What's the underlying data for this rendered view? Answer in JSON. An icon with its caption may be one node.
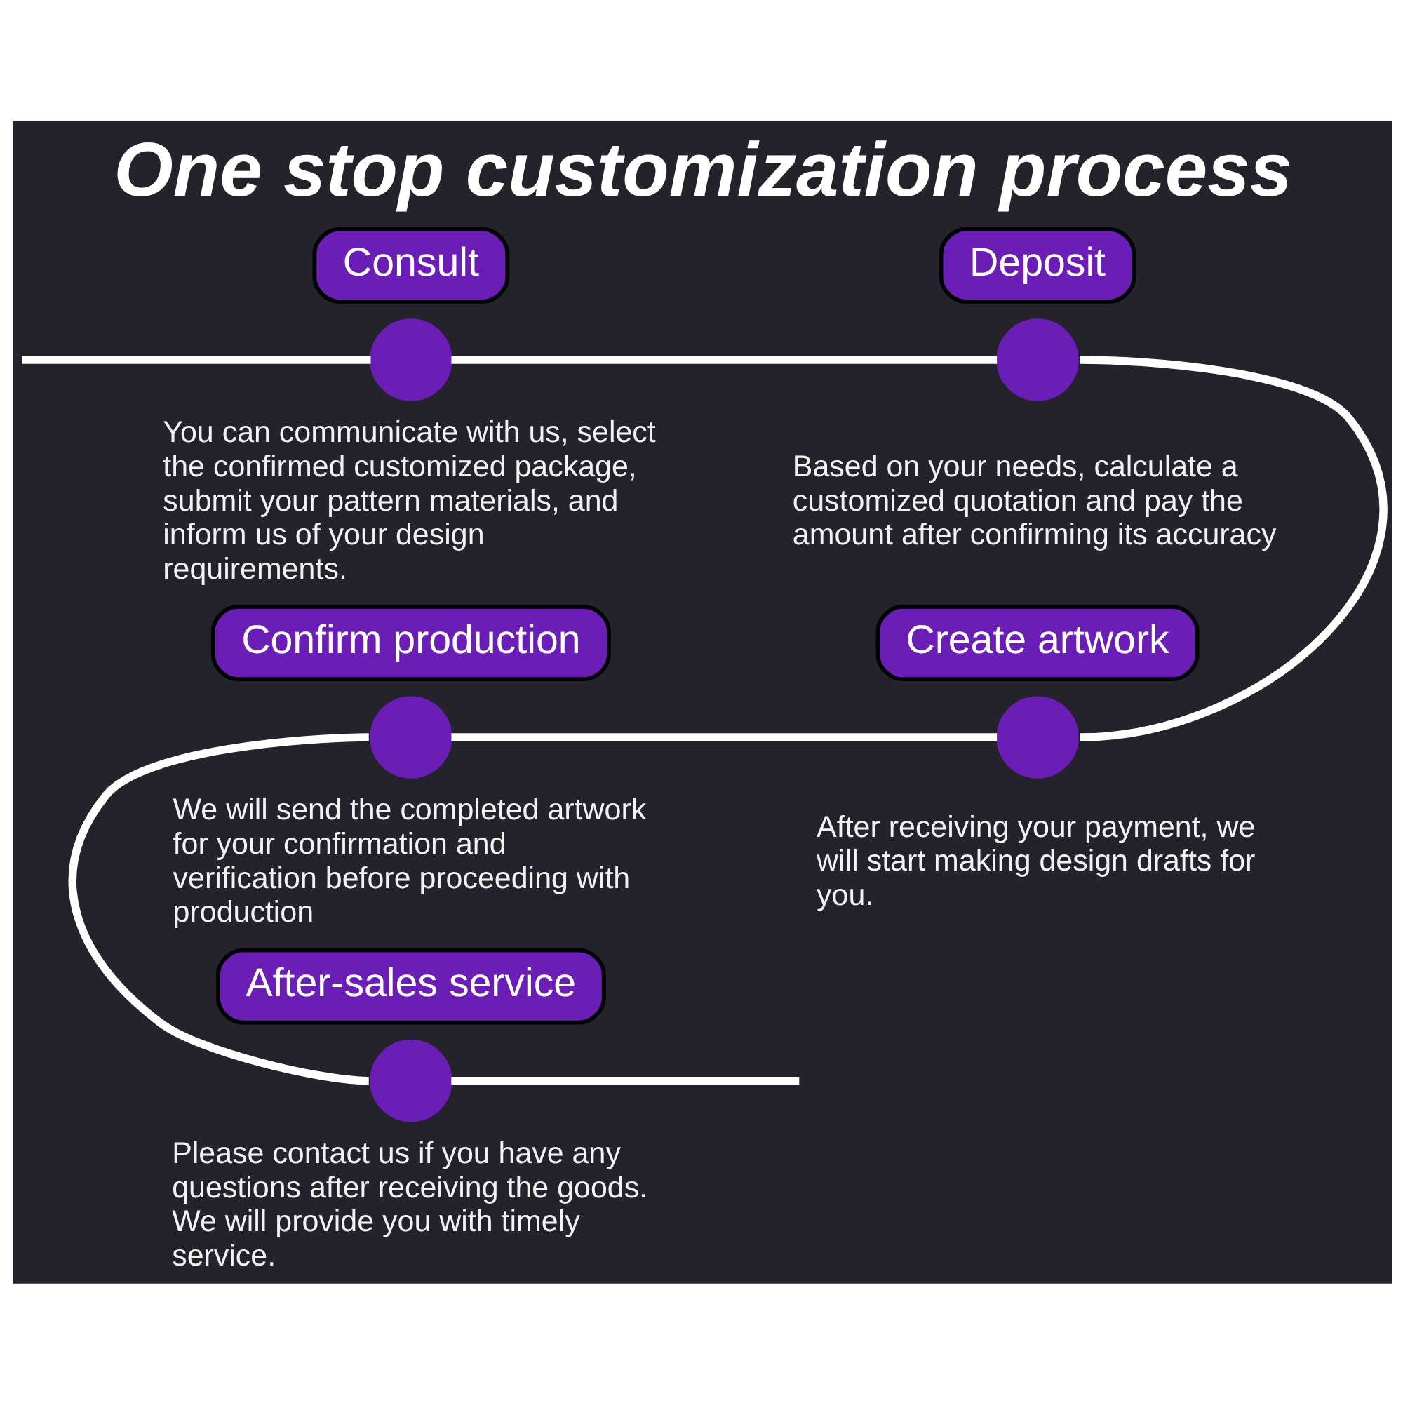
{
  "diagram": {
    "title": "One stop customization process",
    "nodes": [
      {
        "text": [
          "Consult"
        ]
      },
      {
        "text": [],
        "shape": "circle",
        "beside": [
          "You can communicate with us, select the confirmed customized package, submit your pattern materials, and inform us of your design requirements."
        ]
      },
      {
        "text": [
          "Deposit"
        ]
      },
      {
        "text": [],
        "shape": "circle",
        "beside": [
          "Based on your needs, calculate a customized quotation and pay the amount after confirming its accuracy"
        ]
      },
      {
        "text": [
          "Confirm production"
        ]
      },
      {
        "text": [],
        "shape": "circle",
        "beside": [
          "We will send the completed artwork for your confirmation and verification before proceeding with production"
        ]
      },
      {
        "text": [
          "Create artwork"
        ]
      },
      {
        "text": [],
        "shape": "circle",
        "beside": [
          "After receiving your payment, we will start making design drafts for you."
        ]
      },
      {
        "text": [
          "After-sales service"
        ]
      },
      {
        "text": [],
        "shape": "circle",
        "beside": [
          "Please contact us if you have any questions after receiving the goods. We will provide you with timely service."
        ]
      }
    ],
    "edges": [
      {
        "from": null,
        "to": 1,
        "arrow": "none"
      },
      {
        "from": 1,
        "to": 3,
        "arrow": "none"
      },
      {
        "from": 3,
        "to": 7,
        "arrow": "none"
      },
      {
        "from": 7,
        "to": 5,
        "arrow": "none"
      },
      {
        "from": 5,
        "to": 9,
        "arrow": "none"
      },
      {
        "from": 9,
        "to": null,
        "arrow": "none"
      }
    ]
  }
}
